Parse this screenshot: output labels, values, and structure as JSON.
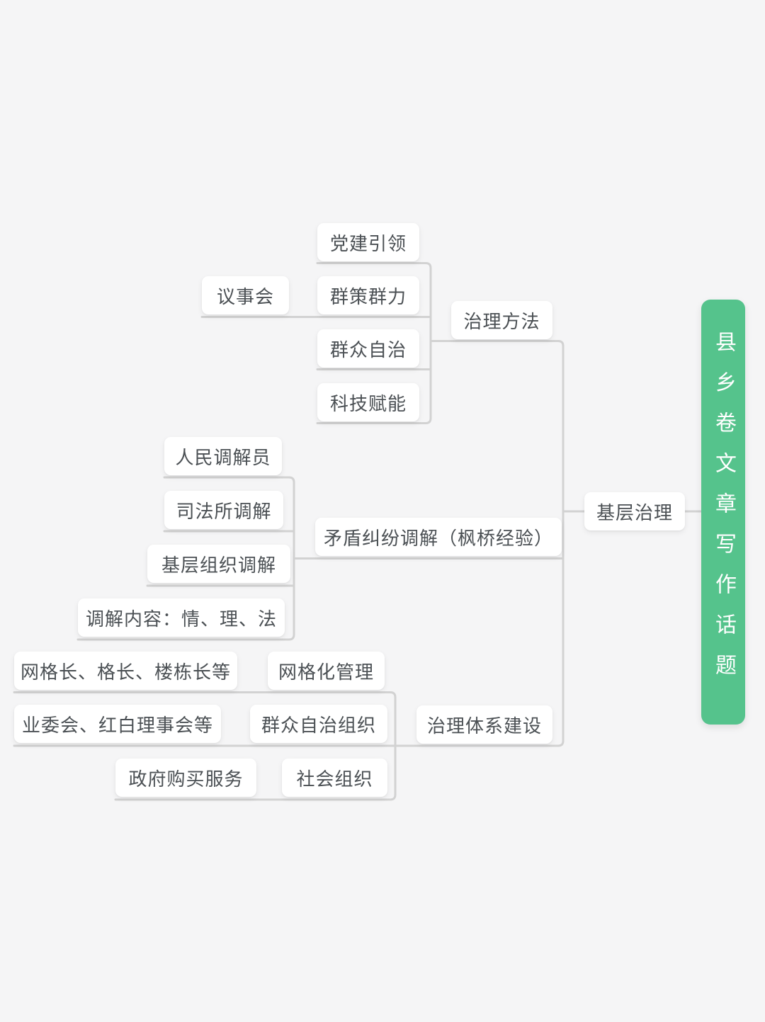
{
  "mindmap": {
    "root": {
      "label": "县乡卷文章写作话题"
    },
    "center": {
      "label": "基层治理"
    },
    "branches": [
      {
        "label": "治理方法",
        "children": [
          {
            "label": "党建引领"
          },
          {
            "label": "群策群力",
            "children": [
              {
                "label": "议事会"
              }
            ]
          },
          {
            "label": "群众自治"
          },
          {
            "label": "科技赋能"
          }
        ]
      },
      {
        "label": "矛盾纠纷调解（枫桥经验）",
        "children": [
          {
            "label": "人民调解员"
          },
          {
            "label": "司法所调解"
          },
          {
            "label": "基层组织调解"
          },
          {
            "label": "调解内容：情、理、法"
          }
        ]
      },
      {
        "label": "治理体系建设",
        "children": [
          {
            "label": "网格化管理",
            "children": [
              {
                "label": "网格长、格长、楼栋长等"
              }
            ]
          },
          {
            "label": "群众自治组织",
            "children": [
              {
                "label": "业委会、红白理事会等"
              }
            ]
          },
          {
            "label": "社会组织",
            "children": [
              {
                "label": "政府购买服务"
              }
            ]
          }
        ]
      }
    ]
  },
  "colors": {
    "canvas_background": "#f5f5f6",
    "node_background": "#ffffff",
    "node_text": "#4b5054",
    "connector_line": "#d2d2d2",
    "root_background": "#55c38c",
    "root_text": "#ffffff"
  }
}
